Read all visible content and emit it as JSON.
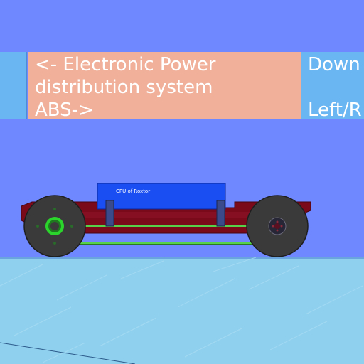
{
  "hud": {
    "center_lines": [
      "<- Electronic Power",
      "distribution system",
      "ABS->"
    ],
    "right_lines": [
      "Down",
      "",
      "Left/R"
    ]
  },
  "vehicle": {
    "cpu_label": "CPU of Roxtor"
  },
  "colors": {
    "sky": "#6f87ff",
    "hud_panel": "#f0b09a",
    "hud_side": "#6ab6f2",
    "ground": "#8fd0ee",
    "chassis": "#7a0a1a",
    "cpu_box": "#1a4ef2",
    "wheel": "#3a3a3a",
    "hub_green": "#2bd52b",
    "rail_green": "#57d14a"
  }
}
